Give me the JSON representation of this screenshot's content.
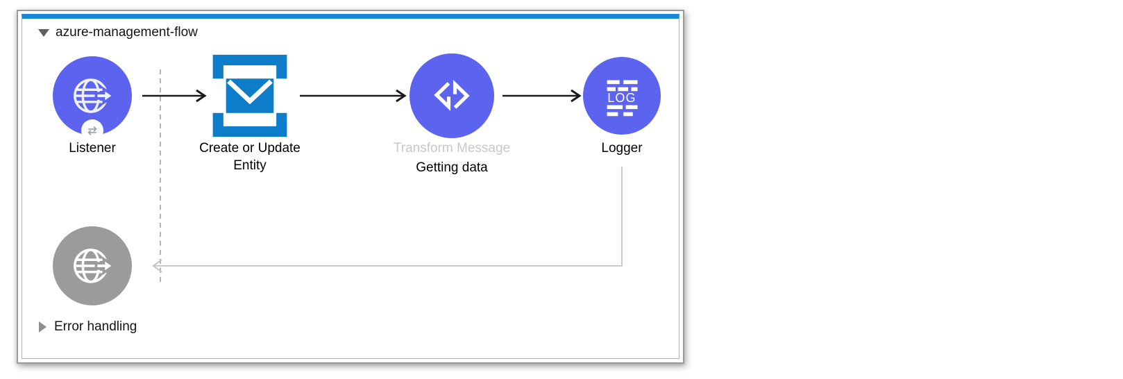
{
  "flow": {
    "title": "azure-management-flow",
    "collapse_state": "expanded",
    "nodes": [
      {
        "id": "listener",
        "label": "Listener",
        "icon": "globe-arrow-icon",
        "badge_icon": "exchange-arrows-icon",
        "state": "enabled"
      },
      {
        "id": "create-or-update-entity",
        "label": "Create or Update Entity",
        "icon": "envelope-brackets-icon",
        "state": "enabled"
      },
      {
        "id": "transform-message",
        "label": "Transform Message",
        "sublabel": "Getting data",
        "icon": "dataweave-icon",
        "label_state": "muted"
      },
      {
        "id": "logger",
        "label": "Logger",
        "icon": "log-lines-icon",
        "icon_text": "LOG",
        "state": "enabled"
      },
      {
        "id": "outbound-request",
        "label": "",
        "icon": "globe-arrow-icon",
        "state": "disabled"
      }
    ],
    "error_handling": {
      "label": "Error handling",
      "collapse_state": "collapsed"
    },
    "colors": {
      "node_purple": "#5C63EE",
      "azure_blue": "#0D7CC9",
      "flow_top_bar_blue": "#1789D8",
      "disabled_node_gray": "#9B9B9B",
      "muted_label_gray": "#C5C8CC",
      "connector_black": "#1A1A1A",
      "connector_gray": "#CBCBCB",
      "panel_border_gray": "#9A9A9A"
    }
  }
}
